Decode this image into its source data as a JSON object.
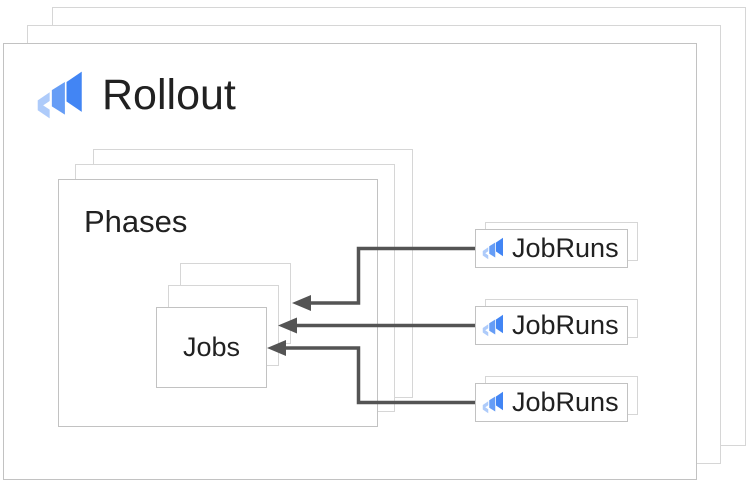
{
  "rollout": {
    "label": "Rollout"
  },
  "phases": {
    "label": "Phases"
  },
  "jobs": {
    "label": "Jobs"
  },
  "jobruns": {
    "items": [
      {
        "label": "JobRuns"
      },
      {
        "label": "JobRuns"
      },
      {
        "label": "JobRuns"
      }
    ]
  },
  "icons": {
    "logo": "cloud-deploy-icon"
  },
  "colors": {
    "icon_dark": "#4285F4",
    "icon_medium": "#669DF6",
    "icon_light": "#AECBFA",
    "border": "#c2c2c2",
    "border_light": "#d6d6d6",
    "arrow": "#545454",
    "text": "#212121",
    "bg": "#ffffff"
  }
}
